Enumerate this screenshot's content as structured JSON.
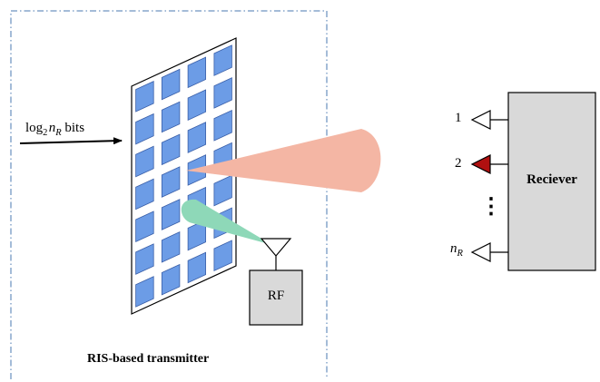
{
  "transmitter": {
    "caption": "RIS-based transmitter",
    "input_label": {
      "prefix": "log",
      "base": "2",
      "var": "n",
      "var_sub": "R",
      "suffix": "bits"
    },
    "ris_grid": {
      "rows": 7,
      "cols": 4
    },
    "rf_label": "RF"
  },
  "receiver": {
    "label": "Reciever",
    "antennas": [
      {
        "label": "1",
        "active": false
      },
      {
        "label": "2",
        "active": true
      }
    ],
    "ellipsis": "⋮",
    "last_antenna": {
      "var": "n",
      "var_sub": "R",
      "active": false
    }
  },
  "colors": {
    "ris_cell": "#6c9ce6",
    "ris_cell_stroke": "#3a5fa8",
    "beam_main": "#f4b6a4",
    "beam_feed": "#8ed8b8",
    "active_antenna": "#b01010",
    "box_fill": "#d9d9d9",
    "frame": "#4a78b0"
  }
}
